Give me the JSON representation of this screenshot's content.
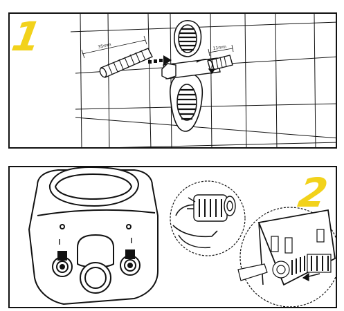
{
  "steps": [
    {
      "number": "1",
      "color": "#f2d21b"
    },
    {
      "number": "2",
      "color": "#f2d21b"
    }
  ],
  "panel1": {
    "dim_left": "35mm",
    "dim_right": "11mm"
  },
  "colors": {
    "line": "#111111",
    "background": "#ffffff",
    "accent": "#f2d21b"
  },
  "icons": [
    "bolt-icon",
    "bracket-icon",
    "arrow-icon",
    "toilet-icon",
    "fixing-sleeve-icon"
  ]
}
